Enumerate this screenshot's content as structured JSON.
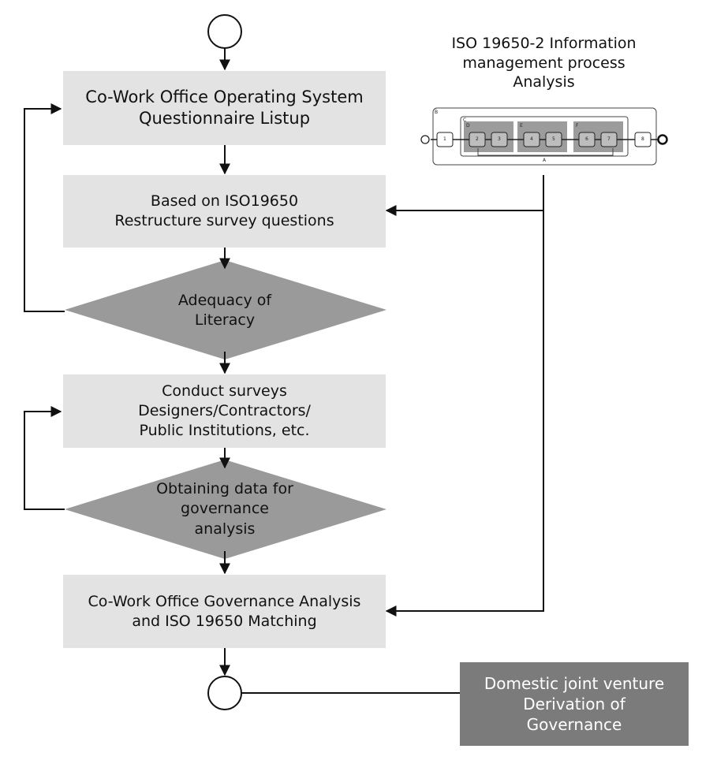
{
  "nodes": {
    "questionnaire_listup": [
      "Co-Work Office Operating System",
      "Questionnaire Listup"
    ],
    "restructure": [
      "Based on ISO19650",
      "Restructure survey questions"
    ],
    "adequacy": [
      "Adequacy of",
      "Literacy"
    ],
    "conduct_surveys": [
      "Conduct surveys",
      "Designers/Contractors/",
      "Public Institutions, etc."
    ],
    "obtaining_data": [
      "Obtaining data for",
      "governance",
      "analysis"
    ],
    "governance_analysis": [
      "Co-Work Office  Governance Analysis",
      "and ISO 19650 Matching"
    ]
  },
  "iso_box": {
    "title": [
      "ISO 19650-2 Information",
      "management process",
      "Analysis"
    ],
    "thumbnail": {
      "group_labels": [
        "B",
        "C",
        "D",
        "E",
        "F",
        "A"
      ],
      "step_numbers": [
        "1",
        "2",
        "3",
        "4",
        "5",
        "6",
        "7",
        "8"
      ]
    }
  },
  "result_box": [
    "Domestic joint venture",
    "Derivation of",
    "Governance"
  ],
  "colors": {
    "process_fill": "#e3e3e3",
    "decision_fill": "#9a9a9a",
    "result_fill": "#7b7b7b",
    "line": "#111111"
  }
}
